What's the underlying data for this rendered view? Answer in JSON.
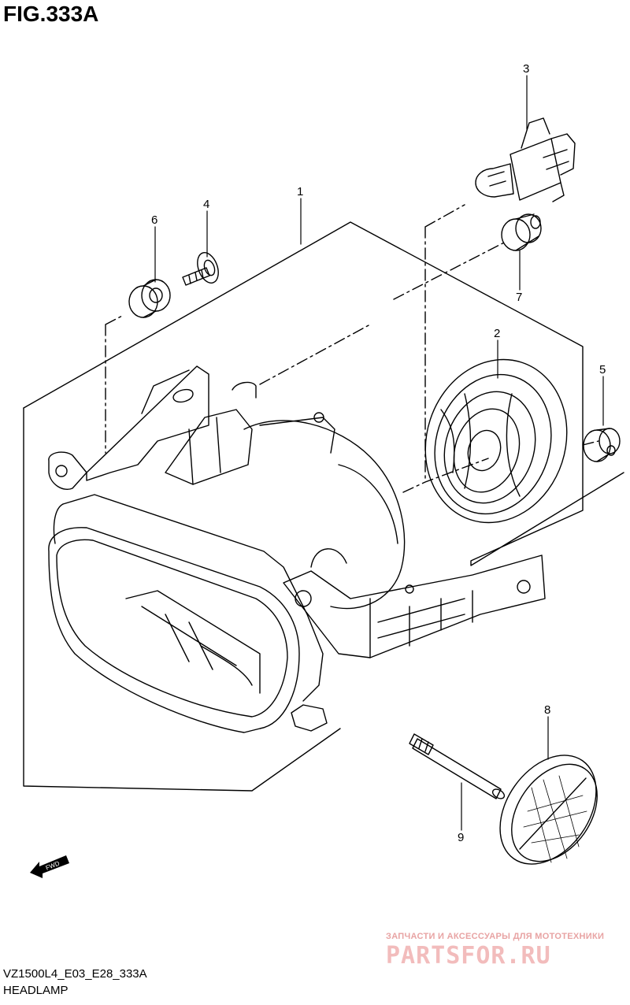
{
  "figure": {
    "title": "FIG.333A"
  },
  "callouts": [
    {
      "id": "1",
      "label": "1"
    },
    {
      "id": "2",
      "label": "2"
    },
    {
      "id": "3",
      "label": "3"
    },
    {
      "id": "4",
      "label": "4"
    },
    {
      "id": "5",
      "label": "5"
    },
    {
      "id": "6",
      "label": "6"
    },
    {
      "id": "7",
      "label": "7"
    },
    {
      "id": "8",
      "label": "8"
    },
    {
      "id": "9",
      "label": "9"
    }
  ],
  "direction_marker": {
    "label": "FWD"
  },
  "footer": {
    "model_code": "VZ1500L4_E03_E28_333A",
    "assembly_name": "HEADLAMP"
  },
  "watermark": {
    "tagline": "ЗАПЧАСТИ И АКСЕССУАРЫ ДЛЯ МОТОТЕХНИКИ",
    "brand": "PARTSFOR.RU"
  }
}
